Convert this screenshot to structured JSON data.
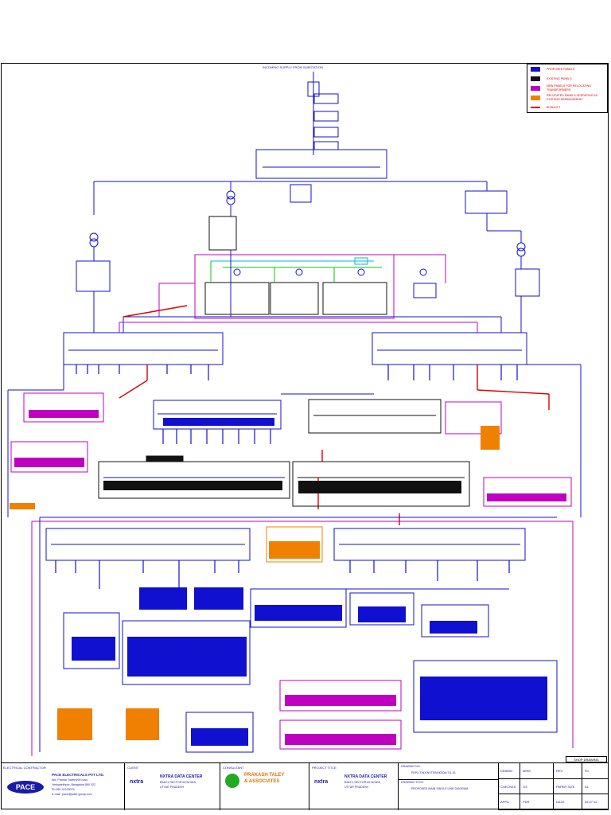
{
  "header": {
    "supply_label": "INCOMING SUPPLY FROM SUBSTATION"
  },
  "legend": {
    "items": [
      {
        "label": "PROPOSED PANELS",
        "color": "#1010d0"
      },
      {
        "label": "EXISTING PANELS",
        "color": "#111111"
      },
      {
        "label": "NEW PANELS FOR RELOCATING TRANSFORMERS",
        "color": "#c000c0"
      },
      {
        "label": "RELOCATED PANELS OPERATING AS EXISTING ARRANGEMENT",
        "color": "#f08000"
      },
      {
        "label": "BUSDUCT",
        "color": "#e00000"
      }
    ]
  },
  "colors": {
    "proposed": "#1010d0",
    "existing": "#111111",
    "new": "#c000c0",
    "relocated": "#f08000",
    "busduct": "#e00000",
    "cyan": "#00b8d0",
    "green": "#10c010"
  },
  "stamp": {
    "label": "SHOP DRAWING"
  },
  "titleblock": {
    "contractor_caption": "ELECTRICAL CONTRACTOR",
    "contractor_name": "PACE ELECTRICALS PVT LTD.",
    "contractor_addr1": "Wd. Parmar Towers/99 road,",
    "contractor_addr2": "Yeshwanthpur, Bangalore-560 022",
    "contractor_phone": "Ph:080-41233075",
    "contractor_email": "E-mail : pace@pace-group.com",
    "contractor_logo": "PACE",
    "client_caption": "CLIENT",
    "client_name": "NXTRA DATA CENTER",
    "client_addr1": "B3&C1,SECTOR-62,NOIDA,",
    "client_addr2": "UTTAR PRADESH",
    "client_logo": "nxtra",
    "consultant_caption": "CONSULTANT",
    "consultant_name1": "PRAKASH TALEY",
    "consultant_name2": "& ASSOCIATES",
    "project_caption": "PROJECT TITLE:",
    "project_name": "NXTRA DATA CENTER",
    "project_addr1": "B3&C1,SECTOR-62,NOIDA,",
    "project_addr2": "UTTAR PRADESH",
    "drawing_no_caption": "DRAWING NO:",
    "drawing_no": "PEPL/ DNX/NXTRA/NOIDA/ EL-01",
    "drawing_title_caption": "DRAWING TITLE:",
    "drawing_title": "PROPOSED MAIN SINGLE LINE DIAGRAM",
    "drawn_label": "DRAWN",
    "drawn_value": "MHM",
    "rev_label": "REV",
    "rev_value": "R1",
    "checked_label": "CHECKED",
    "checked_value": "GS",
    "paper_label": "PAPER SIZE",
    "paper_value": "A1",
    "approved_label": "APPD",
    "approved_value": "PDR",
    "date_label": "DATE",
    "date_value": "26.07.22"
  }
}
